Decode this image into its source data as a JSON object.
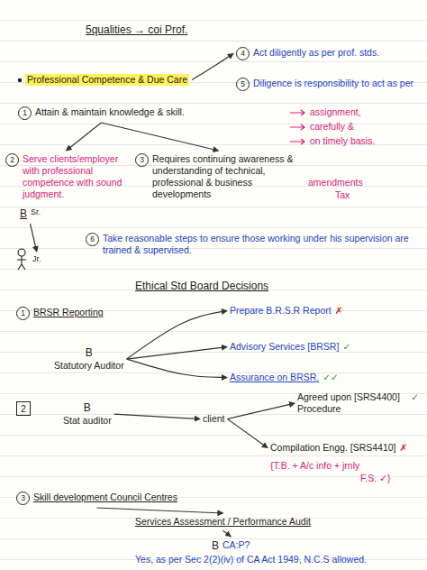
{
  "diagram": {
    "title": "5qualities → coi Prof.",
    "nodes": [
      {
        "text": [
          "Professional Competence & Due Care"
        ]
      },
      {
        "text": [
          "4",
          "Act diligently as per prof. stds."
        ]
      },
      {
        "text": [
          "5",
          "Diligence is responsibility to act as per"
        ]
      },
      {
        "text": [
          "1",
          "Attain & maintain knowledge & skill."
        ]
      },
      {
        "text": [
          "2",
          "Serve clients/employer with professional competence with sound judgment."
        ]
      },
      {
        "text": [
          "3",
          "Requires continuing awareness & understanding of technical, professional & business developments"
        ]
      },
      {
        "text": [
          "B",
          "Sr."
        ]
      },
      {
        "text": [
          "Jr."
        ]
      },
      {
        "text": [
          "6",
          "Take reasonable steps to ensure those working under his supervision are trained & supervised."
        ]
      },
      {
        "text": [
          "1",
          "BRSR Reporting"
        ]
      },
      {
        "text": [
          "B",
          "Statutory Auditor"
        ]
      },
      {
        "text": [
          "Prepare B.R.S.R Report",
          "✗"
        ]
      },
      {
        "text": [
          "Advisory Services [BRSR]",
          "✓"
        ]
      },
      {
        "text": [
          "Assurance on BRSR.",
          "✓✓"
        ]
      },
      {
        "text": [
          "2"
        ]
      },
      {
        "text": [
          "B",
          "Stat auditor"
        ]
      },
      {
        "text": [
          "client"
        ]
      },
      {
        "text": [
          "Agreed upon [SRS4400] Procedure",
          "✓"
        ]
      },
      {
        "text": [
          "Compilation Engg. [SRS4410]",
          "✗"
        ]
      },
      {
        "text": [
          "3",
          "Skill development Council Centres"
        ]
      },
      {
        "text": [
          "Services Assessment / Performance Audit"
        ]
      },
      {
        "text": [
          "B",
          "CA:P?"
        ]
      }
    ],
    "edges": [
      {
        "from": 0,
        "to": 1,
        "arrow": "to"
      },
      {
        "from": 3,
        "to": 4,
        "arrow": "to"
      },
      {
        "from": 3,
        "to": 5,
        "arrow": "to"
      },
      {
        "from": 6,
        "to": 7,
        "arrow": "to"
      },
      {
        "from": 10,
        "to": 11,
        "arrow": "to"
      },
      {
        "from": 10,
        "to": 12,
        "arrow": "to"
      },
      {
        "from": 10,
        "to": 13,
        "arrow": "to"
      },
      {
        "from": 15,
        "to": 16,
        "arrow": "to"
      },
      {
        "from": 16,
        "to": 17,
        "arrow": "to"
      },
      {
        "from": 16,
        "to": 18,
        "arrow": "to"
      },
      {
        "from": 19,
        "to": 20,
        "arrow": "to"
      },
      {
        "from": 20,
        "to": 21,
        "arrow": "to"
      }
    ],
    "labels": [
      "assignment,",
      "carefully &",
      "on timely basis.",
      "amendments",
      "Tax",
      "Ethical Std Board Decisions",
      "{T.B. + A/c info + jrnly",
      "F.S. ✓}",
      "Yes, as per Sec 2(2)(iv) of CA Act 1949, N.C.S allowed."
    ]
  }
}
